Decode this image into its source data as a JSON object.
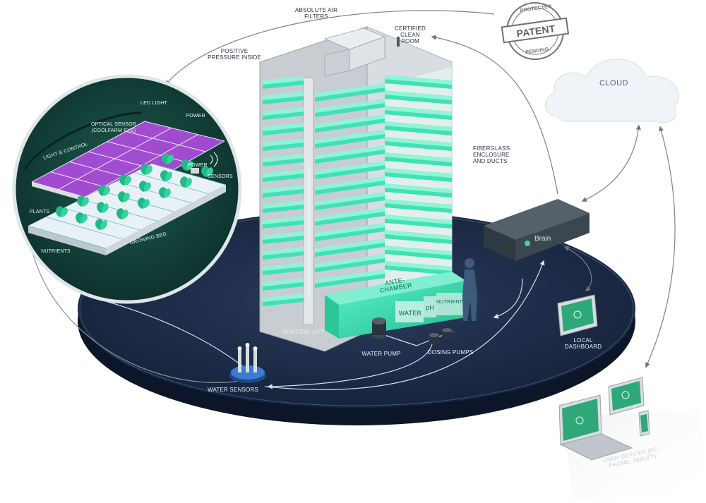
{
  "labels": {
    "absolute_air_filters": "ABSOLUTE AIR FILTERS",
    "certified_clean_room": "CERTIFIED CLEAN ROOM",
    "positive_pressure_inside": "POSITIVE PRESSURE INSIDE",
    "fiberglass_enclosure": "FIBERGLASS ENCLOSURE AND DUCTS",
    "ante_chamber": "ANTE-CHAMBER",
    "water": "WATER",
    "ph": "pH",
    "nutrients_tank": "NUTRIENTS",
    "vertical_lift": "VERTICAL LIFT",
    "water_pump": "WATER PUMP",
    "dosing_pumps": "DOSING PUMPS",
    "water_sensors": "WATER SENSORS",
    "local_dashboard": "LOCAL DASHBOARD",
    "brain": "Brain",
    "cloud": "CLOUD",
    "remote_devices": "USER DEVICES (PC, PHONE, TABLET)"
  },
  "inset": {
    "led_light": "LED LIGHT",
    "power_top": "POWER",
    "optical_sensor": "OPTICAL SENSOR (COOLFARM EYE)",
    "light_control": "LIGHT & CONTROL",
    "power_side": "POWER",
    "sensors": "SENSORS",
    "plants": "PLANTS",
    "growing_bed": "GROWING BED",
    "nutrients": "NUTRIENTS"
  },
  "stamp": {
    "top": "PROTECTED",
    "center": "PATENT",
    "bottom": "PENDING"
  },
  "colors": {
    "teal": "#35e0b4",
    "platform": "#1d2c45",
    "inset_bg": "#0f3b34",
    "led": "#b04ce0",
    "brain_box": "#3a4650",
    "device_green": "#2fa879"
  }
}
